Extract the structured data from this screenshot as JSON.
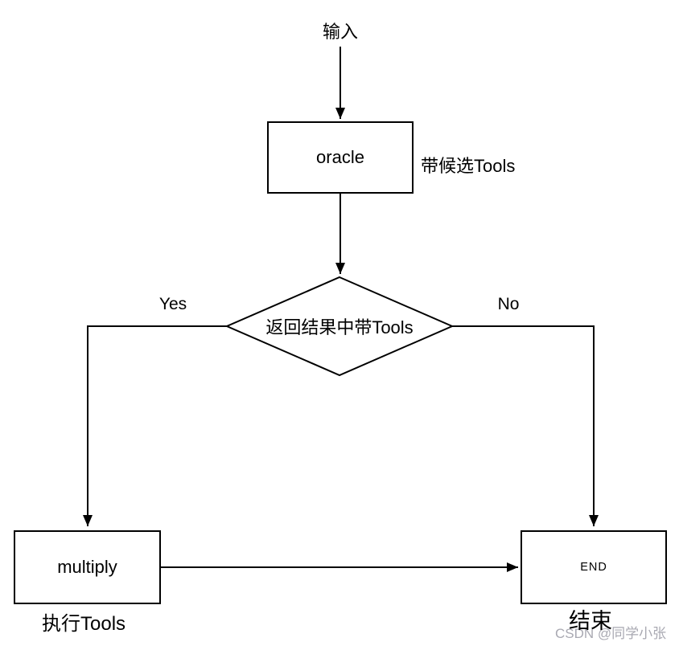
{
  "diagram": {
    "nodes": {
      "start": {
        "label": "输入"
      },
      "oracle": {
        "label": "oracle",
        "note": "带候选Tools"
      },
      "decision": {
        "label": "返回结果中带Tools"
      },
      "multiply": {
        "label": "multiply",
        "note": "执行Tools"
      },
      "end": {
        "label": "END",
        "note": "结束"
      }
    },
    "edges": {
      "yes_label": "Yes",
      "no_label": "No"
    }
  },
  "watermark": "CSDN @同学小张",
  "colors": {
    "stroke": "#000000",
    "text": "#000000",
    "watermark_text": "#a9a9b2",
    "background": "#ffffff"
  }
}
